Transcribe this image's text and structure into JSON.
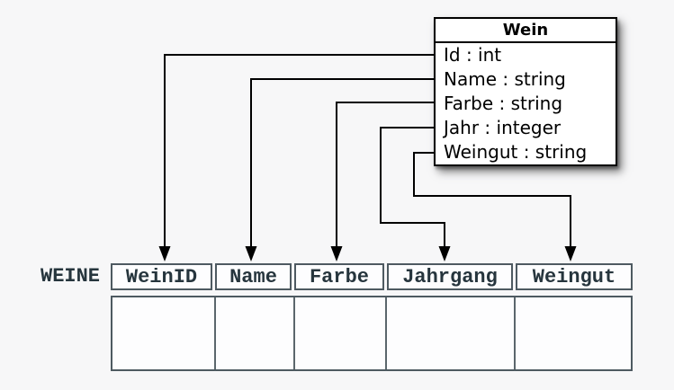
{
  "uml": {
    "title": "Wein",
    "attributes": [
      "Id : int",
      "Name : string",
      "Farbe : string",
      "Jahr : integer",
      "Weingut : string"
    ]
  },
  "table": {
    "name": "WEINE",
    "columns": [
      "WeinID",
      "Name",
      "Farbe",
      "Jahrgang",
      "Weingut"
    ],
    "body_rows_empty": 1
  },
  "connectors": [
    {
      "from": "Id",
      "to": "WeinID"
    },
    {
      "from": "Name",
      "to": "Name"
    },
    {
      "from": "Farbe",
      "to": "Farbe"
    },
    {
      "from": "Jahr",
      "to": "Jahrgang"
    },
    {
      "from": "Weingut",
      "to": "Weingut"
    }
  ],
  "colors": {
    "background": "#f7f7f8",
    "line": "#000000",
    "uml_box_background": "#ffffff",
    "uml_box_border": "#000000",
    "table_border": "#4e5a61",
    "table_text": "#26353d",
    "table_cell_background": "#fdfdfe"
  }
}
